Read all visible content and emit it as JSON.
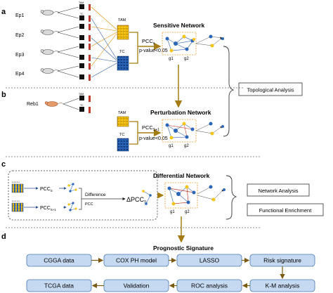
{
  "panels": {
    "a": "a",
    "b": "b",
    "c": "c",
    "d": "d"
  },
  "panel_a": {
    "samples": [
      "Ep1",
      "Ep2",
      "Ep3",
      "Ep4"
    ],
    "tam_label": "TAM",
    "tc_label": "TC",
    "title": "Sensitive Network",
    "stat": "PCC",
    "stat_sub": "s",
    "pvalue": "p-value<0.05",
    "g1": "g1",
    "g2": "g2"
  },
  "topological_analysis": "Topological Analysis",
  "panel_b": {
    "sample": "Reb1",
    "tam_label": "TAM",
    "tc_label": "TC",
    "title": "Perturbation Network",
    "stat": "PCC",
    "stat_sub": "S+1",
    "pvalue": "p-value<0.05",
    "g1": "g1",
    "g2": "g2"
  },
  "panel_c": {
    "title": "Differential Network",
    "pcc_top": "PCC",
    "pcc_top_sub": "S",
    "pcc_bottom": "PCC",
    "pcc_bottom_sub": "S+1",
    "difference": "Difference",
    "ratio": "PCC",
    "delta": "ΔPCC",
    "delta_sub": "S",
    "g1": "g1",
    "g2": "g2"
  },
  "network_analysis": "Network Analysis",
  "functional_enrichment": "Functional Enrichment",
  "panel_d": {
    "title": "Prognostic Signature",
    "row1": [
      "CGGA data",
      "COX PH model",
      "LASSO",
      "Risk signature"
    ],
    "row2": [
      "TCGA data",
      "Validation",
      "ROC analysis",
      "K-M analysis"
    ]
  },
  "colors": {
    "gold_arrow": "#a57c12",
    "box_fill": "#c5d9f1",
    "box_stroke": "#4a78b5",
    "tam_grid": "#f2c500",
    "tc_grid": "#1f5aa6",
    "red_node": "#c0392b",
    "dashed_orange": "#e69b2e"
  }
}
